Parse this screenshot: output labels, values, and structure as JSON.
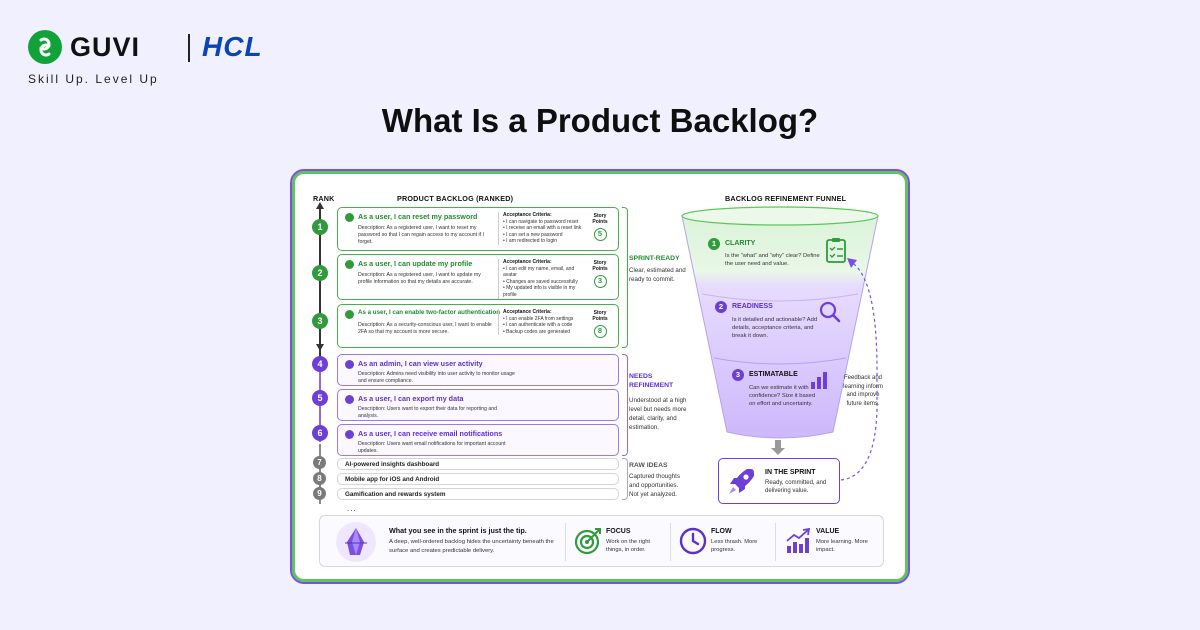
{
  "brand": {
    "name": "GUVI",
    "partner": "HCL",
    "tagline": "Skill Up. Level Up"
  },
  "title": "What Is a Product Backlog?",
  "colors": {
    "green": "#2f9b3b",
    "purple": "#6d3fd6",
    "grey": "#7a7a7a",
    "brand_green": "#11a33a",
    "hcl_blue": "#0b45b5"
  },
  "backlog": {
    "rank_header": "RANK",
    "header": "PRODUCT BACKLOG (RANKED)",
    "ready_items": [
      {
        "rank": "1",
        "title": "As a user, I can reset my password",
        "description": "Description: As a registered user, I want to reset my password so that I can regain access to my account if I forget.",
        "ac_header": "Acceptance Criteria:",
        "criteria": [
          "I can navigate to password reset",
          "I receive an email with a reset link",
          "I can set a new password",
          "I am redirected to login"
        ],
        "sp_label": "Story Points",
        "points": "5"
      },
      {
        "rank": "2",
        "title": "As a user, I can update my profile",
        "description": "Description: As a registered user, I want to update my profile information so that my details are accurate.",
        "ac_header": "Acceptance Criteria:",
        "criteria": [
          "I can edit my name, email, and avatar",
          "Changes are saved successfully",
          "My updated info is visible in my profile"
        ],
        "sp_label": "Story Points",
        "points": "3"
      },
      {
        "rank": "3",
        "title": "As a user, I can enable two-factor authentication",
        "description": "Description: As a security-conscious user, I want to enable 2FA so that my account is more secure.",
        "ac_header": "Acceptance Criteria:",
        "criteria": [
          "I can enable 2FA from settings",
          "I can authenticate with a code",
          "Backup codes are generated"
        ],
        "sp_label": "Story Points",
        "points": "8"
      }
    ],
    "refine_items": [
      {
        "rank": "4",
        "title": "As an admin, I can view user activity",
        "description": "Description: Admins need visibility into user activity to monitor usage and ensure compliance."
      },
      {
        "rank": "5",
        "title": "As a user, I can export my data",
        "description": "Description: Users want to export their data for reporting and analysis."
      },
      {
        "rank": "6",
        "title": "As a user, I can receive email notifications",
        "description": "Description: Users want email notifications for important account updates."
      }
    ],
    "raw_items": [
      {
        "rank": "7",
        "title": "AI-powered insights dashboard"
      },
      {
        "rank": "8",
        "title": "Mobile app for iOS and Android"
      },
      {
        "rank": "9",
        "title": "Gamification and rewards system"
      }
    ],
    "more": "...",
    "groups": [
      {
        "title": "SPRINT-READY",
        "description": "Clear, estimated and ready to commit."
      },
      {
        "title": "NEEDS REFINEMENT",
        "description": "Understood at a high level but needs more detail, clarity, and estimation."
      },
      {
        "title": "RAW IDEAS",
        "description": "Captured thoughts and opportunities. Not yet analyzed."
      }
    ]
  },
  "funnel": {
    "header": "BACKLOG REFINEMENT FUNNEL",
    "stages": [
      {
        "num": "1",
        "title": "CLARITY",
        "description": "Is the “what” and “why” clear? Define the user need and value.",
        "icon": "clipboard-check-icon"
      },
      {
        "num": "2",
        "title": "READINESS",
        "description": "Is it detailed and actionable? Add details, acceptance criteria, and break it down.",
        "icon": "magnifier-icon"
      },
      {
        "num": "3",
        "title": "ESTIMATABLE",
        "description": "Can we estimate it with confidence? Size it based on effort and uncertainty.",
        "icon": "bar-chart-icon"
      }
    ],
    "sprint": {
      "title": "IN THE SPRINT",
      "description": "Ready, committed, and delivering value.",
      "icon": "rocket-icon"
    },
    "feedback": "Feedback and learning inform and improve future items."
  },
  "bottom": {
    "tip_title": "What you see in the sprint is just the tip.",
    "tip_description": "A deep, well-ordered backlog hides the uncertainty beneath the surface and creates predictable delivery.",
    "pillars": [
      {
        "title": "FOCUS",
        "description": "Work on the right things, in order.",
        "icon": "target-icon"
      },
      {
        "title": "FLOW",
        "description": "Less thrash. More progress.",
        "icon": "clock-icon"
      },
      {
        "title": "VALUE",
        "description": "More learning. More impact.",
        "icon": "growth-chart-icon"
      }
    ]
  }
}
